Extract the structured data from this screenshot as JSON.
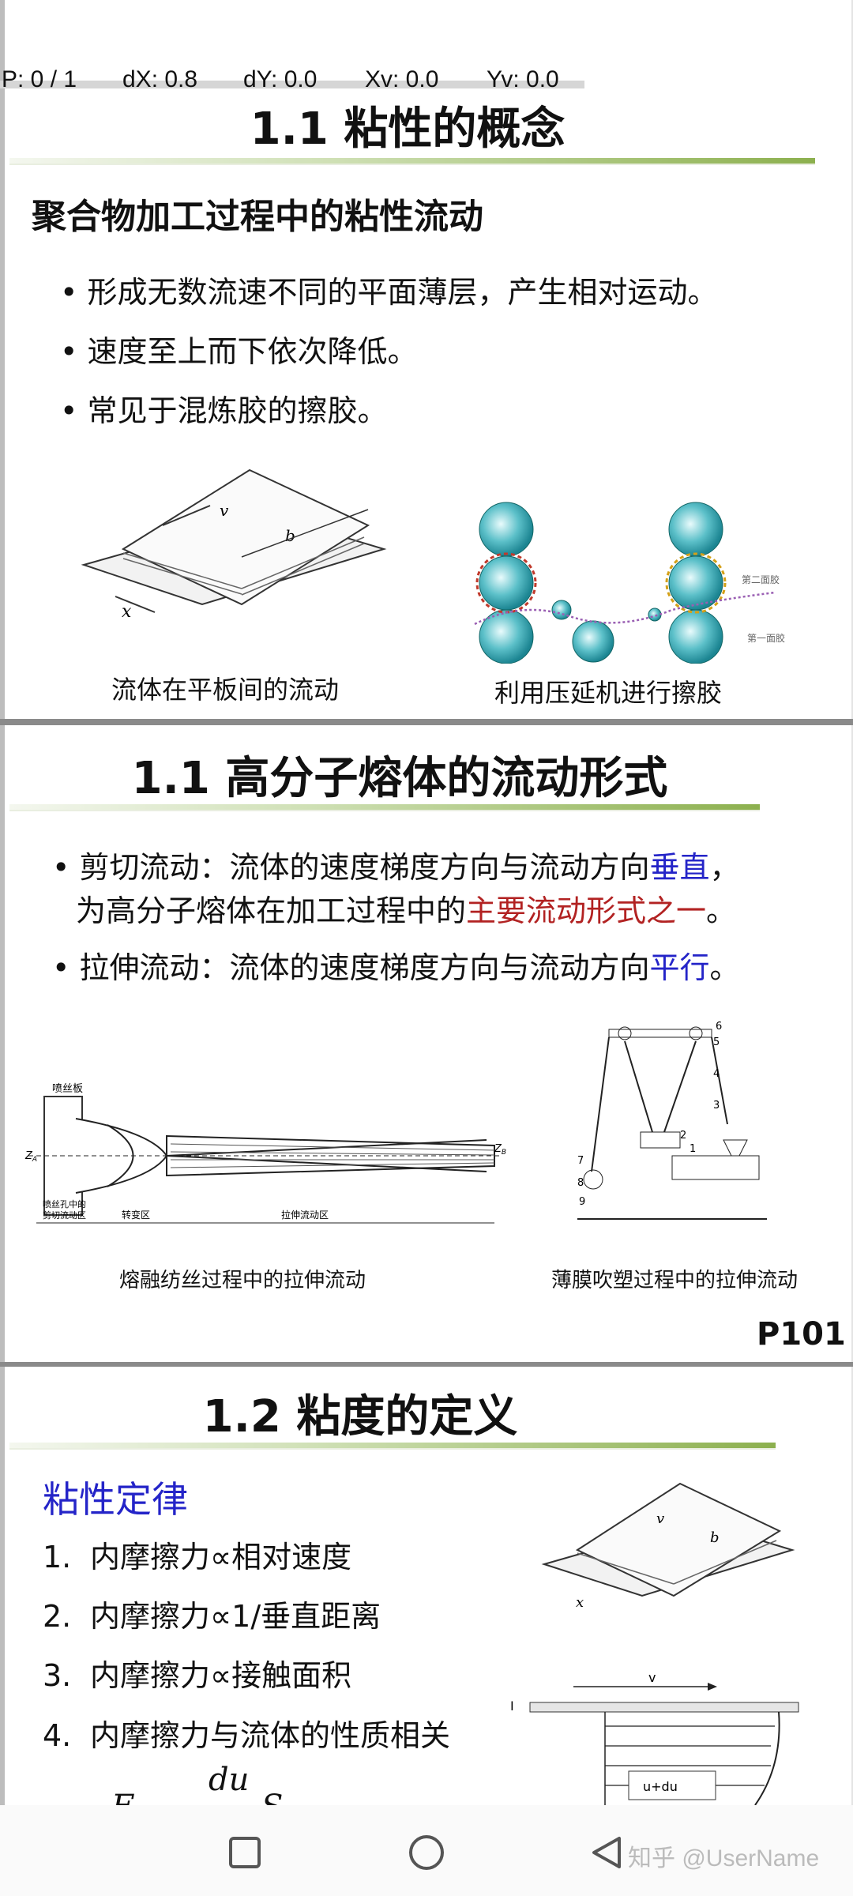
{
  "debug": {
    "p": "P: 0 / 1",
    "dx": "dX: 0.8",
    "dy": "dY: 0.0",
    "xv": "Xv: 0.0",
    "yv": "Yv: 0.0"
  },
  "slide1": {
    "title": "1.1 粘性的概念",
    "subtitle": "聚合物加工过程中的粘性流动",
    "bullets": [
      "形成无数流速不同的平面薄层，产生相对运动。",
      "速度至上而下依次降低。",
      "常见于混炼胶的擦胶。"
    ],
    "fig1": {
      "caption": "流体在平板间的流动",
      "v": "v",
      "b": "b",
      "x": "x"
    },
    "fig2": {
      "caption": "利用压延机进行擦胶",
      "label1": "第二面胶",
      "label2": "第一面胶"
    }
  },
  "slide2": {
    "title": "1.1 高分子熔体的流动形式",
    "bullet1_a": "剪切流动：流体的速度梯度方向与流动方向",
    "bullet1_b": "垂直",
    "bullet1_c": "，",
    "bullet1_d": "为高分子熔体在加工过程中的",
    "bullet1_e": "主要流动形式之一",
    "bullet1_f": "。",
    "bullet2_a": "拉伸流动：流体的速度梯度方向与流动方向",
    "bullet2_b": "平行",
    "bullet2_c": "。",
    "fig1": {
      "caption": "熔融纺丝过程中的拉伸流动",
      "spinneret": "喷丝板",
      "za": "Z",
      "za_sub": "A",
      "zb": "Z",
      "zb_sub": "B",
      "shear_zone_1": "喷丝孔中的",
      "shear_zone_2": "剪切流动区",
      "transition": "转变区",
      "stretch": "拉伸流动区"
    },
    "fig2": {
      "caption": "薄膜吹塑过程中的拉伸流动",
      "nums": [
        "6",
        "5",
        "4",
        "3",
        "2",
        "1",
        "7",
        "8",
        "9"
      ]
    },
    "page": "P101"
  },
  "slide3": {
    "title": "1.2 粘度的定义",
    "law_title": "粘性定律",
    "items": [
      {
        "num": "1.",
        "text": "内摩擦力∝相对速度"
      },
      {
        "num": "2.",
        "text": "内摩擦力∝1/垂直距离"
      },
      {
        "num": "3.",
        "text": "内摩擦力∝接触面积"
      },
      {
        "num": "4.",
        "text": "内摩擦力与流体的性质相关"
      }
    ],
    "formula_num": "du",
    "formula_left": "F",
    "formula_right": "S",
    "fig_v": "v",
    "fig_b": "b",
    "fig_x": "x",
    "fig2_v": "v",
    "fig2_udu": "u+du",
    "fig2_i": "I"
  },
  "watermark": "知乎 @UserName",
  "colors": {
    "accent_green": "#8cb04e",
    "blue": "#2424c8",
    "red": "#b22222",
    "teal": "#2a9aa8"
  }
}
